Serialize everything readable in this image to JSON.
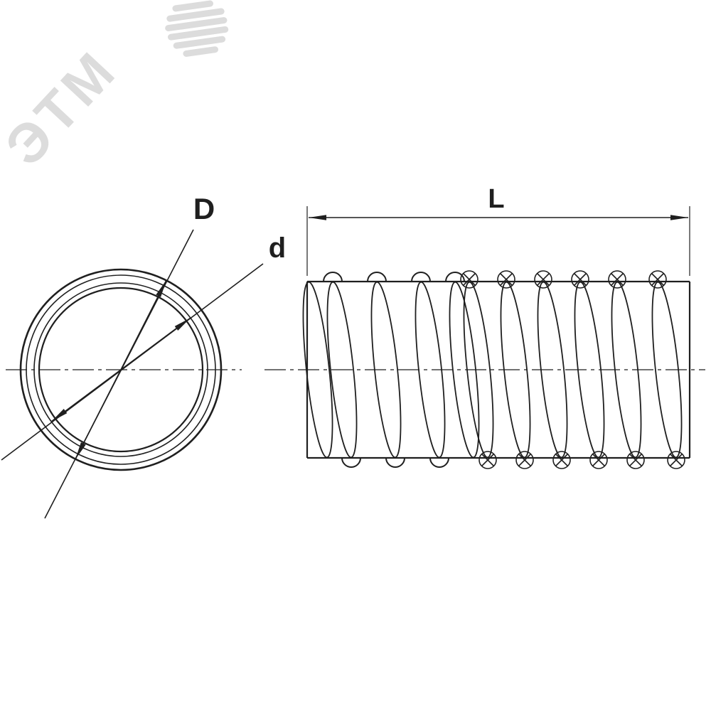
{
  "drawing": {
    "labels": {
      "outer_diameter": "D",
      "inner_diameter": "d",
      "length": "L"
    },
    "watermark": {
      "text": "ЭТМ"
    },
    "colors": {
      "line": "#1f1f1f",
      "watermark": "#dcdcdc",
      "background": "#ffffff"
    }
  }
}
